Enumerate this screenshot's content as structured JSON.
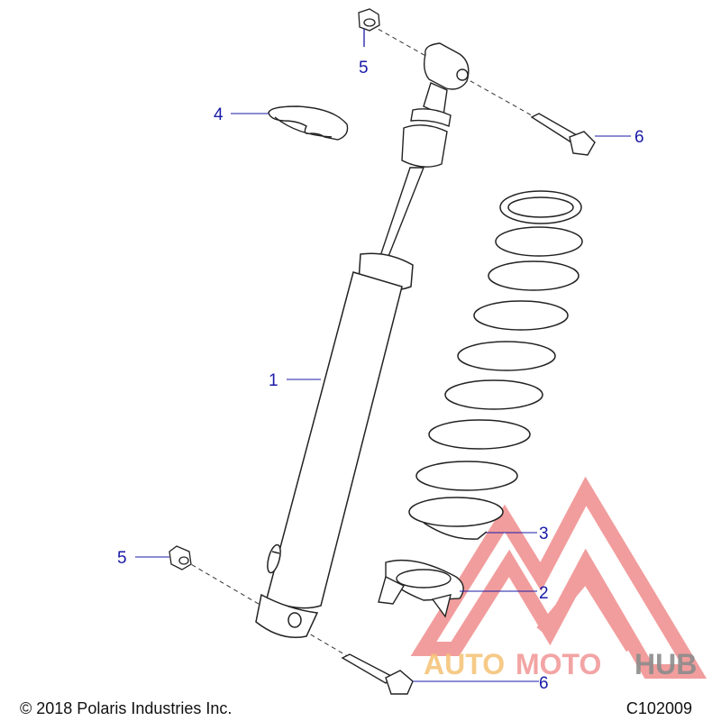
{
  "diagram": {
    "callouts": {
      "c1": "1",
      "c2": "2",
      "c3": "3",
      "c4": "4",
      "c5_top": "5",
      "c5_bottom": "5",
      "c6_top": "6",
      "c6_bottom": "6"
    },
    "callout_color": "#1a1aa8",
    "line_color": "#222222"
  },
  "watermark": {
    "word_a": "AUTO",
    "word_b": "MOTO",
    "word_c": "HUB",
    "colors": {
      "triangle": "#f08c8c",
      "auto": "#f5c47a",
      "moto": "#f29a9a",
      "hub": "#8c8c8c"
    }
  },
  "footer": {
    "copyright": "© 2018 Polaris Industries Inc.",
    "figure_code": "C102009"
  }
}
